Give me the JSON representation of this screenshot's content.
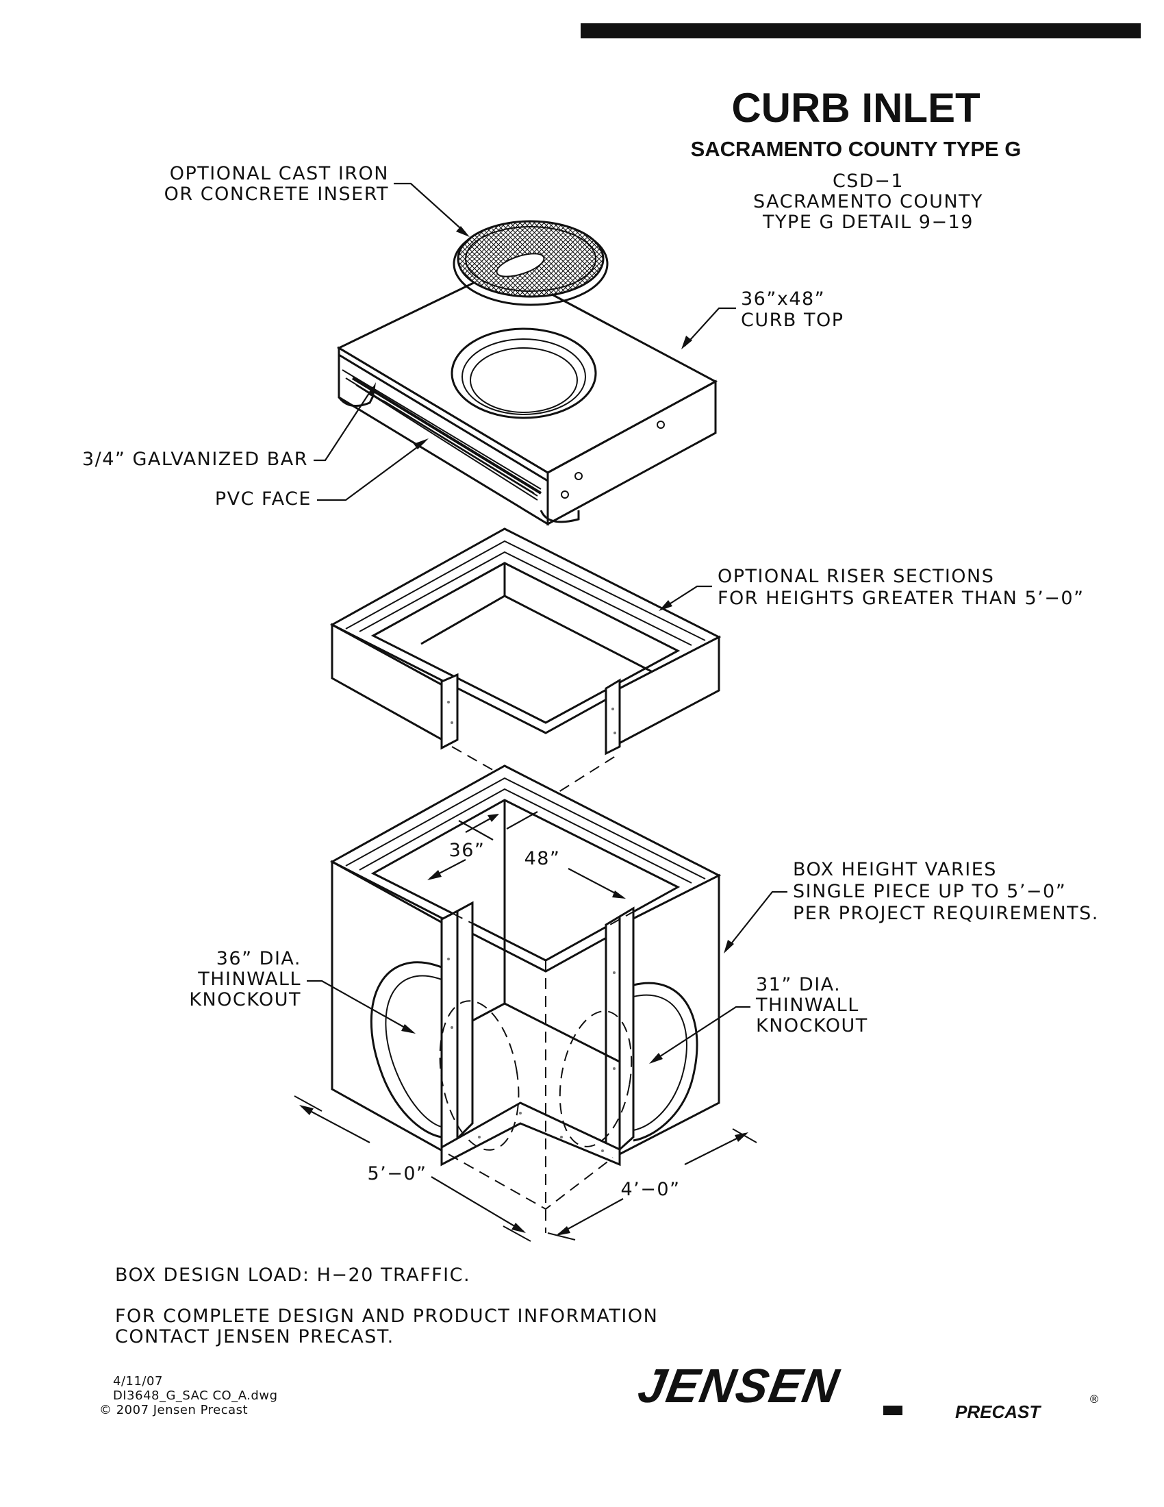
{
  "title": "CURB INLET",
  "subtitle": "SACRAMENTO COUNTY TYPE G",
  "reference": [
    "CSD−1",
    "SACRAMENTO COUNTY",
    "TYPE G DETAIL 9−19"
  ],
  "callouts": {
    "insert": [
      "OPTIONAL CAST IRON",
      "OR CONCRETE INSERT"
    ],
    "curb_top": [
      "36”x48”",
      "CURB TOP"
    ],
    "bar": "3/4” GALVANIZED BAR",
    "pvc": "PVC FACE",
    "riser": [
      "OPTIONAL RISER SECTIONS",
      "FOR HEIGHTS GREATER THAN 5’−0”"
    ],
    "box_height": [
      "BOX HEIGHT VARIES",
      "SINGLE PIECE UP TO 5’−0”",
      "PER PROJECT REQUIREMENTS."
    ],
    "knockout_36": [
      "36” DIA.",
      "THINWALL",
      "KNOCKOUT"
    ],
    "knockout_31": [
      "31” DIA.",
      "THINWALL",
      "KNOCKOUT"
    ]
  },
  "dimensions": {
    "inner_width": "36”",
    "inner_length": "48”",
    "outer_length": "5’−0”",
    "outer_width": "4’−0”"
  },
  "notes": [
    "BOX DESIGN LOAD: H−20 TRAFFIC.",
    "FOR COMPLETE DESIGN AND PRODUCT INFORMATION",
    "CONTACT JENSEN PRECAST."
  ],
  "footer": [
    "4/11/07",
    "DI3648_G_SAC CO_A.dwg",
    "© 2007 Jensen Precast"
  ],
  "logo": {
    "name": "JENSEN",
    "sub": "PRECAST",
    "mark": "®"
  }
}
